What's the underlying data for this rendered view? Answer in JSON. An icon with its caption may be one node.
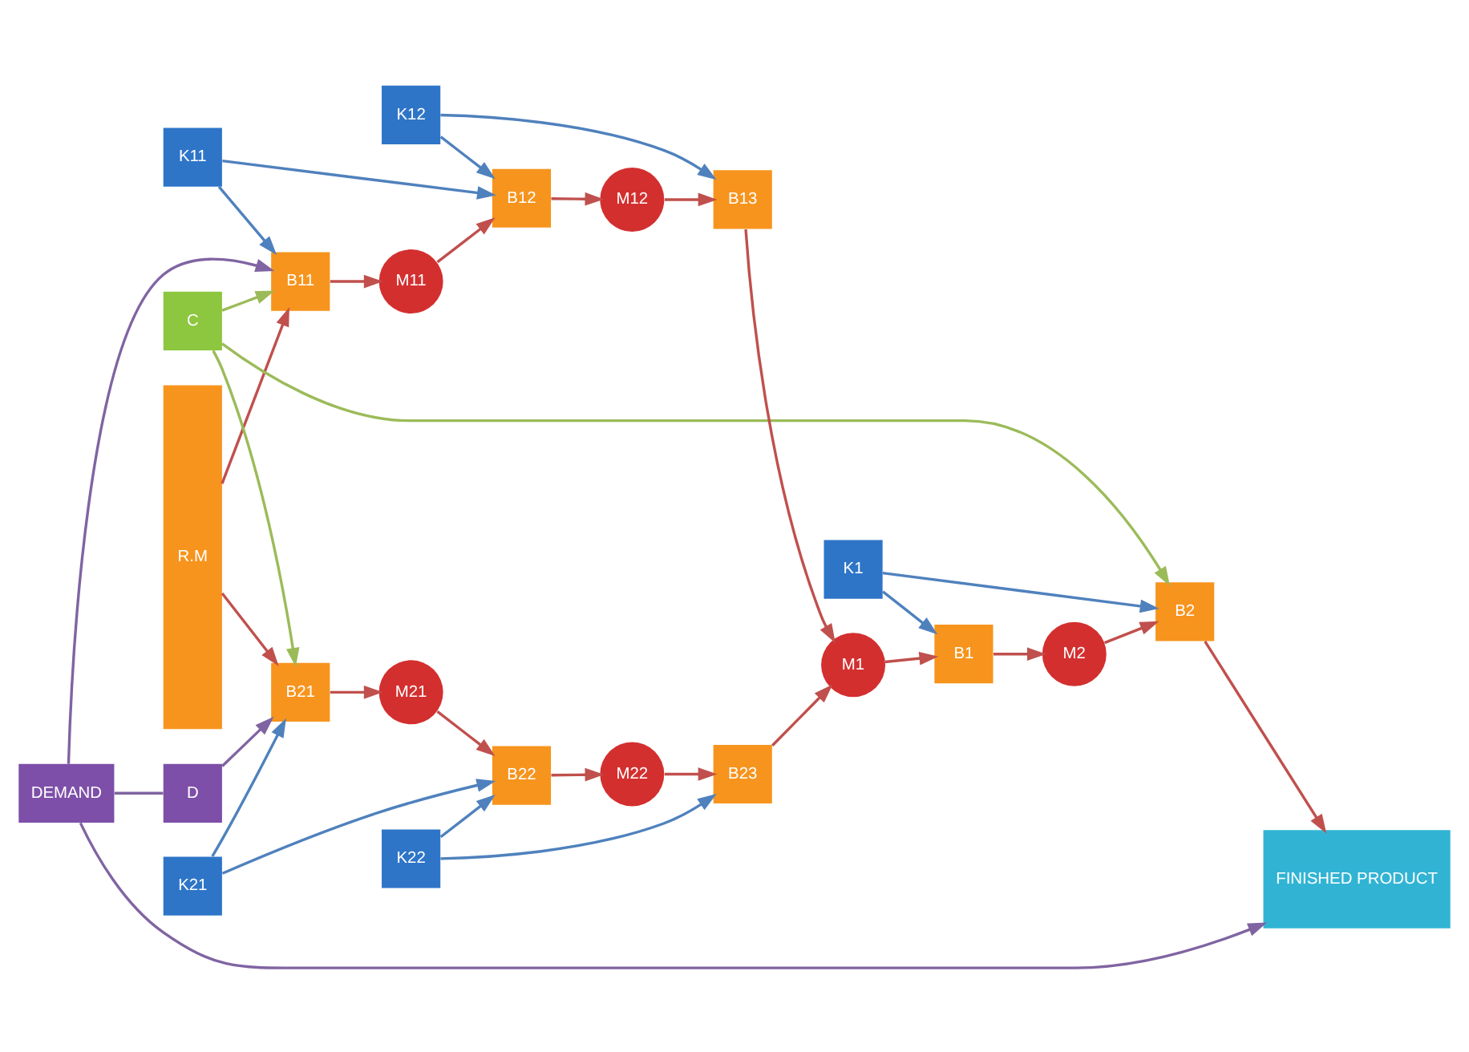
{
  "diagram": {
    "nodes": [
      {
        "text": [
          "R.M"
        ]
      },
      {
        "text": [
          "C"
        ]
      },
      {
        "text": [
          "K11"
        ]
      },
      {
        "text": [
          "K12"
        ]
      },
      {
        "text": [
          "B11"
        ]
      },
      {
        "text": [
          "M11"
        ]
      },
      {
        "text": [
          "B12"
        ]
      },
      {
        "text": [
          "M12"
        ]
      },
      {
        "text": [
          "B13"
        ]
      },
      {
        "text": [
          "K1"
        ]
      },
      {
        "text": [
          "M1"
        ]
      },
      {
        "text": [
          "B1"
        ]
      },
      {
        "text": [
          "M2"
        ]
      },
      {
        "text": [
          "B2"
        ]
      },
      {
        "text": [
          "FINISHED PRODUCT"
        ]
      },
      {
        "text": [
          "K21"
        ]
      },
      {
        "text": [
          "K22"
        ]
      },
      {
        "text": [
          "B21"
        ]
      },
      {
        "text": [
          "M21"
        ]
      },
      {
        "text": [
          "B22"
        ]
      },
      {
        "text": [
          "M22"
        ]
      },
      {
        "text": [
          "B23"
        ]
      },
      {
        "text": [
          "D"
        ]
      },
      {
        "text": [
          "DEMAND"
        ]
      }
    ],
    "edges": [
      {
        "from": 0,
        "to": 4,
        "arrow": "to"
      },
      {
        "from": 0,
        "to": 17,
        "arrow": "to"
      },
      {
        "from": 4,
        "to": 5,
        "arrow": "to"
      },
      {
        "from": 5,
        "to": 6,
        "arrow": "to"
      },
      {
        "from": 6,
        "to": 7,
        "arrow": "to"
      },
      {
        "from": 7,
        "to": 8,
        "arrow": "to"
      },
      {
        "from": 8,
        "to": 10,
        "arrow": "to"
      },
      {
        "from": 17,
        "to": 18,
        "arrow": "to"
      },
      {
        "from": 18,
        "to": 19,
        "arrow": "to"
      },
      {
        "from": 19,
        "to": 20,
        "arrow": "to"
      },
      {
        "from": 20,
        "to": 21,
        "arrow": "to"
      },
      {
        "from": 21,
        "to": 10,
        "arrow": "to"
      },
      {
        "from": 10,
        "to": 11,
        "arrow": "to"
      },
      {
        "from": 11,
        "to": 12,
        "arrow": "to"
      },
      {
        "from": 12,
        "to": 13,
        "arrow": "to"
      },
      {
        "from": 13,
        "to": 14,
        "arrow": "to"
      },
      {
        "from": 2,
        "to": 4,
        "arrow": "to",
        "color": "#4f81bd"
      },
      {
        "from": 2,
        "to": 6,
        "arrow": "to",
        "color": "#4f81bd"
      },
      {
        "from": 3,
        "to": 6,
        "arrow": "to",
        "color": "#4f81bd"
      },
      {
        "from": 3,
        "to": 8,
        "arrow": "to",
        "color": "#4f81bd"
      },
      {
        "from": 9,
        "to": 11,
        "arrow": "to",
        "color": "#4f81bd"
      },
      {
        "from": 9,
        "to": 13,
        "arrow": "to",
        "color": "#4f81bd"
      },
      {
        "from": 15,
        "to": 17,
        "arrow": "to",
        "color": "#4f81bd"
      },
      {
        "from": 15,
        "to": 19,
        "arrow": "to",
        "color": "#4f81bd"
      },
      {
        "from": 16,
        "to": 19,
        "arrow": "to",
        "color": "#4f81bd"
      },
      {
        "from": 16,
        "to": 21,
        "arrow": "to",
        "color": "#4f81bd"
      },
      {
        "from": 1,
        "to": 4,
        "arrow": "to",
        "color": "#9bbb59"
      },
      {
        "from": 1,
        "to": 17,
        "arrow": "to",
        "color": "#9bbb59"
      },
      {
        "from": 1,
        "to": 13,
        "arrow": "to",
        "color": "#9bbb59"
      },
      {
        "from": 23,
        "to": 14,
        "arrow": "to",
        "color": "#8064a2"
      },
      {
        "from": 23,
        "to": 22,
        "arrow": "none",
        "color": "#8064a2"
      },
      {
        "from": 22,
        "to": 17,
        "arrow": "to",
        "color": "#8064a2"
      },
      {
        "from": 23,
        "to": 4,
        "arrow": "to",
        "color": "#8064a2"
      }
    ]
  }
}
